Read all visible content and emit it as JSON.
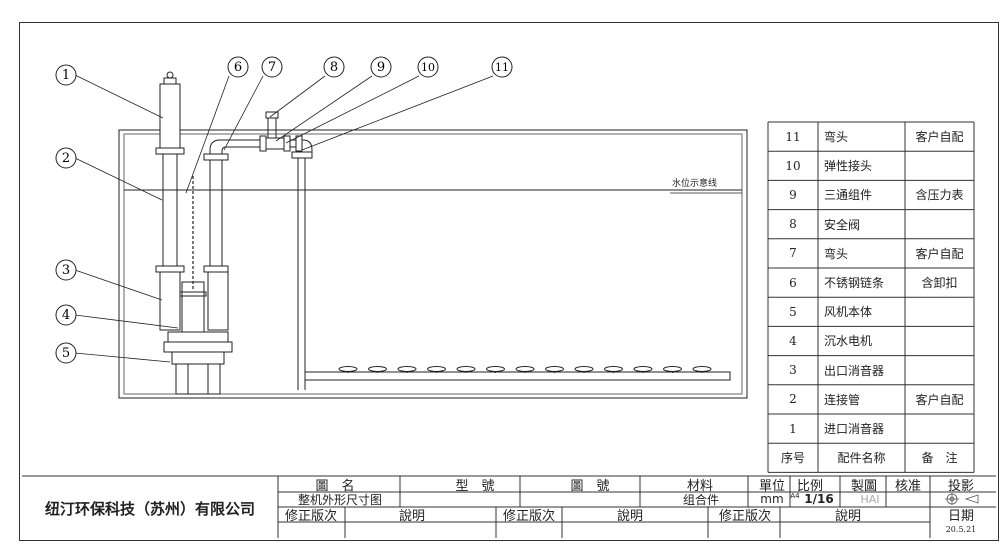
{
  "drawing": {
    "water_line_label": "水位示意线",
    "callouts": [
      "1",
      "2",
      "3",
      "4",
      "5",
      "6",
      "7",
      "8",
      "9",
      "10",
      "11"
    ]
  },
  "parts_table": {
    "header": {
      "no": "序号",
      "name": "配件名称",
      "note": "备　注"
    },
    "rows": [
      {
        "no": "11",
        "name": "弯头",
        "note": "客户自配"
      },
      {
        "no": "10",
        "name": "弹性接头",
        "note": ""
      },
      {
        "no": "9",
        "name": "三通组件",
        "note": "含压力表"
      },
      {
        "no": "8",
        "name": "安全阀",
        "note": ""
      },
      {
        "no": "7",
        "name": "弯头",
        "note": "客户自配"
      },
      {
        "no": "6",
        "name": "不锈钢链条",
        "note": "含卸扣"
      },
      {
        "no": "5",
        "name": "风机本体",
        "note": ""
      },
      {
        "no": "4",
        "name": "沉水电机",
        "note": ""
      },
      {
        "no": "3",
        "name": "出口消音器",
        "note": ""
      },
      {
        "no": "2",
        "name": "连接管",
        "note": "客户自配"
      },
      {
        "no": "1",
        "name": "进口消音器",
        "note": ""
      }
    ]
  },
  "title_block": {
    "company": "纽汀环保科技（苏州）有限公司",
    "h_name": "圖　名",
    "h_model": "型　號",
    "h_drawing_no": "圖　號",
    "h_material": "材料",
    "h_unit": "單位",
    "h_scale": "比例",
    "h_drawn": "製圖",
    "h_approved": "核准",
    "h_projection": "投影",
    "name_value": "整机外形尺寸图",
    "material_value": "组合件",
    "unit_value": "mm",
    "paper_size": "A4",
    "scale_value": "1/16",
    "drawn_value": "HAI",
    "rev1": "修正版次",
    "desc1": "說明",
    "rev2": "修正版次",
    "desc2": "說明",
    "rev3": "修正版次",
    "desc3": "說明",
    "h_date": "日期",
    "date_value": "20.5.21"
  }
}
